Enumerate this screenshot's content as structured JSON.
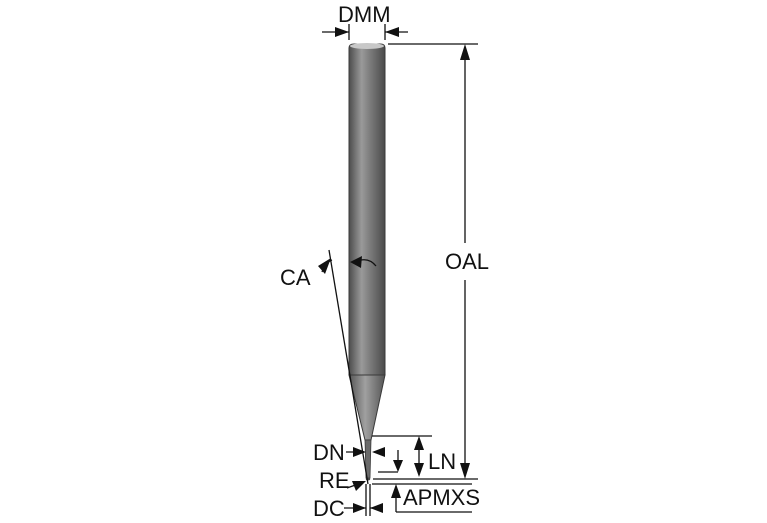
{
  "diagram": {
    "labels": {
      "dmm": "DMM",
      "oal": "OAL",
      "ca": "CA",
      "dn": "DN",
      "ln": "LN",
      "re": "RE",
      "dc": "DC",
      "apmxs": "APMXS"
    },
    "colors": {
      "tool_dark": "#5c5c5c",
      "tool_light": "#b3b3b3",
      "line": "#111111",
      "background": "#ffffff"
    }
  }
}
